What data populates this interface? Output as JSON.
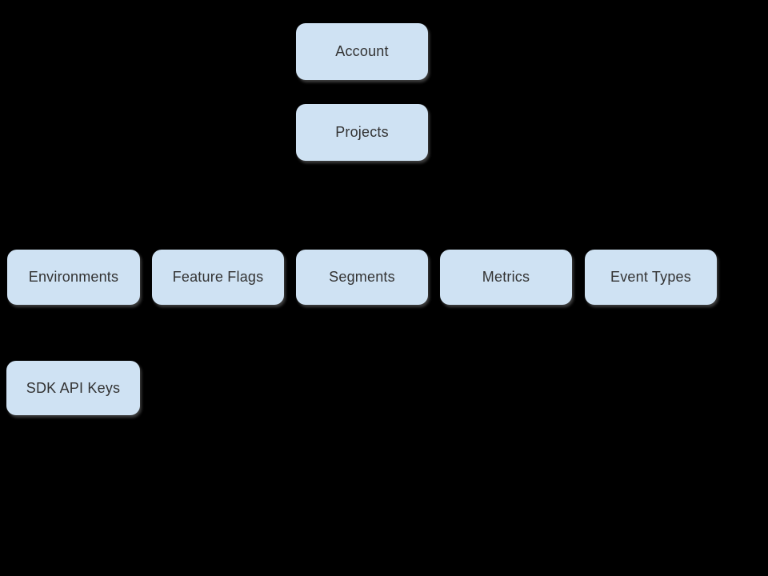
{
  "diagram": {
    "background_color": "#000000",
    "node_fill_color": "#cfe2f3",
    "node_text_color": "#333333",
    "nodes": [
      {
        "id": "account",
        "label": "Account"
      },
      {
        "id": "projects",
        "label": "Projects"
      },
      {
        "id": "environments",
        "label": "Environments"
      },
      {
        "id": "feature-flags",
        "label": "Feature Flags"
      },
      {
        "id": "segments",
        "label": "Segments"
      },
      {
        "id": "metrics",
        "label": "Metrics"
      },
      {
        "id": "event-types",
        "label": "Event Types"
      },
      {
        "id": "sdk-api-keys",
        "label": "SDK API Keys"
      }
    ]
  }
}
